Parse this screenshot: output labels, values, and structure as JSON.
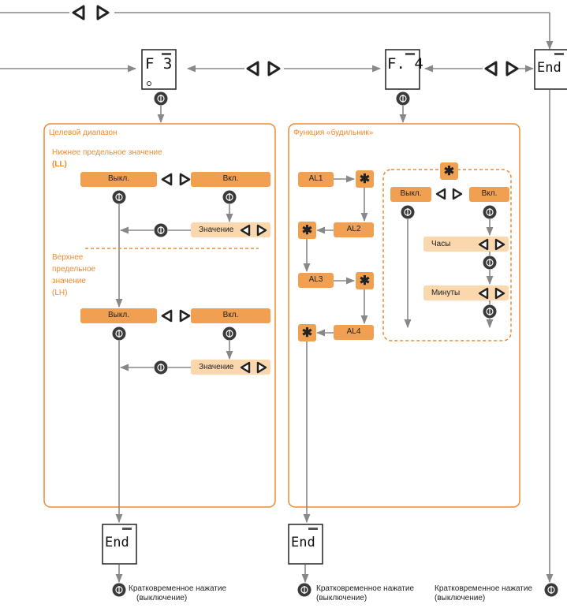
{
  "displays": {
    "f3": "F 3",
    "f4": "F. 4",
    "end": "End"
  },
  "arrow_glyph": "◀ ▶",
  "star": "✱",
  "power_glyph": "⏻",
  "colors": {
    "orange": "#f0a050",
    "light": "#fad7ac",
    "line": "#888888",
    "frame": "#ee8a2e",
    "dark": "#3a3a3a"
  },
  "left_panel": {
    "title": "Целевой диапазон",
    "lower_title": "Нижнее предельное значение",
    "lower_code": "(LL)",
    "upper_line1": "Верхнее",
    "upper_line2": "предельное",
    "upper_line3": "значение",
    "upper_code": "(LH)",
    "off": "Выкл.",
    "on": "Вкл.",
    "value": "Значение"
  },
  "right_panel": {
    "title": "Функция «будильник»",
    "al1": "AL1",
    "al2": "AL2",
    "al3": "AL3",
    "al4": "AL4",
    "off": "Выкл.",
    "on": "Вкл.",
    "hours": "Часы",
    "minutes": "Минуты"
  },
  "footer": {
    "line1": "Кратковременное нажатие",
    "line2": "(выключение)"
  }
}
